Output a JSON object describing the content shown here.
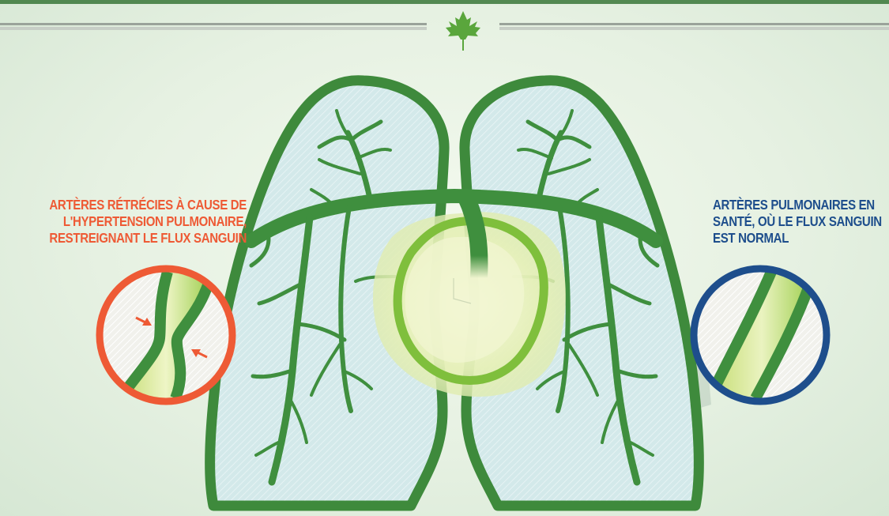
{
  "labels": {
    "narrowed": {
      "lines": [
        "ARTÈRES RÉTRÉCIES À CAUSE DE",
        "L'HYPERTENSION PULMONAIRE,",
        "RESTREIGNANT LE FLUX SANGUIN"
      ],
      "color": "#ee5a35"
    },
    "healthy": {
      "lines": [
        "ARTÈRES PULMONAIRES EN",
        "SANTÉ, OÙ LE FLUX SANGUIN",
        "EST NORMAL"
      ],
      "color": "#1e4e8c"
    }
  },
  "colors": {
    "outline_green": "#3e8a3c",
    "vessel_green": "#3f8f3e",
    "light_green": "#8dc63f",
    "lung_fill": "#cfe6e8",
    "narrowed_ring": "#ee5a35",
    "healthy_ring": "#1e4e8c",
    "divider": "#9aa39a",
    "maple_leaf": "#5aa63c"
  },
  "icons": [
    "maple-leaf-icon",
    "compression-arrow-icon"
  ]
}
